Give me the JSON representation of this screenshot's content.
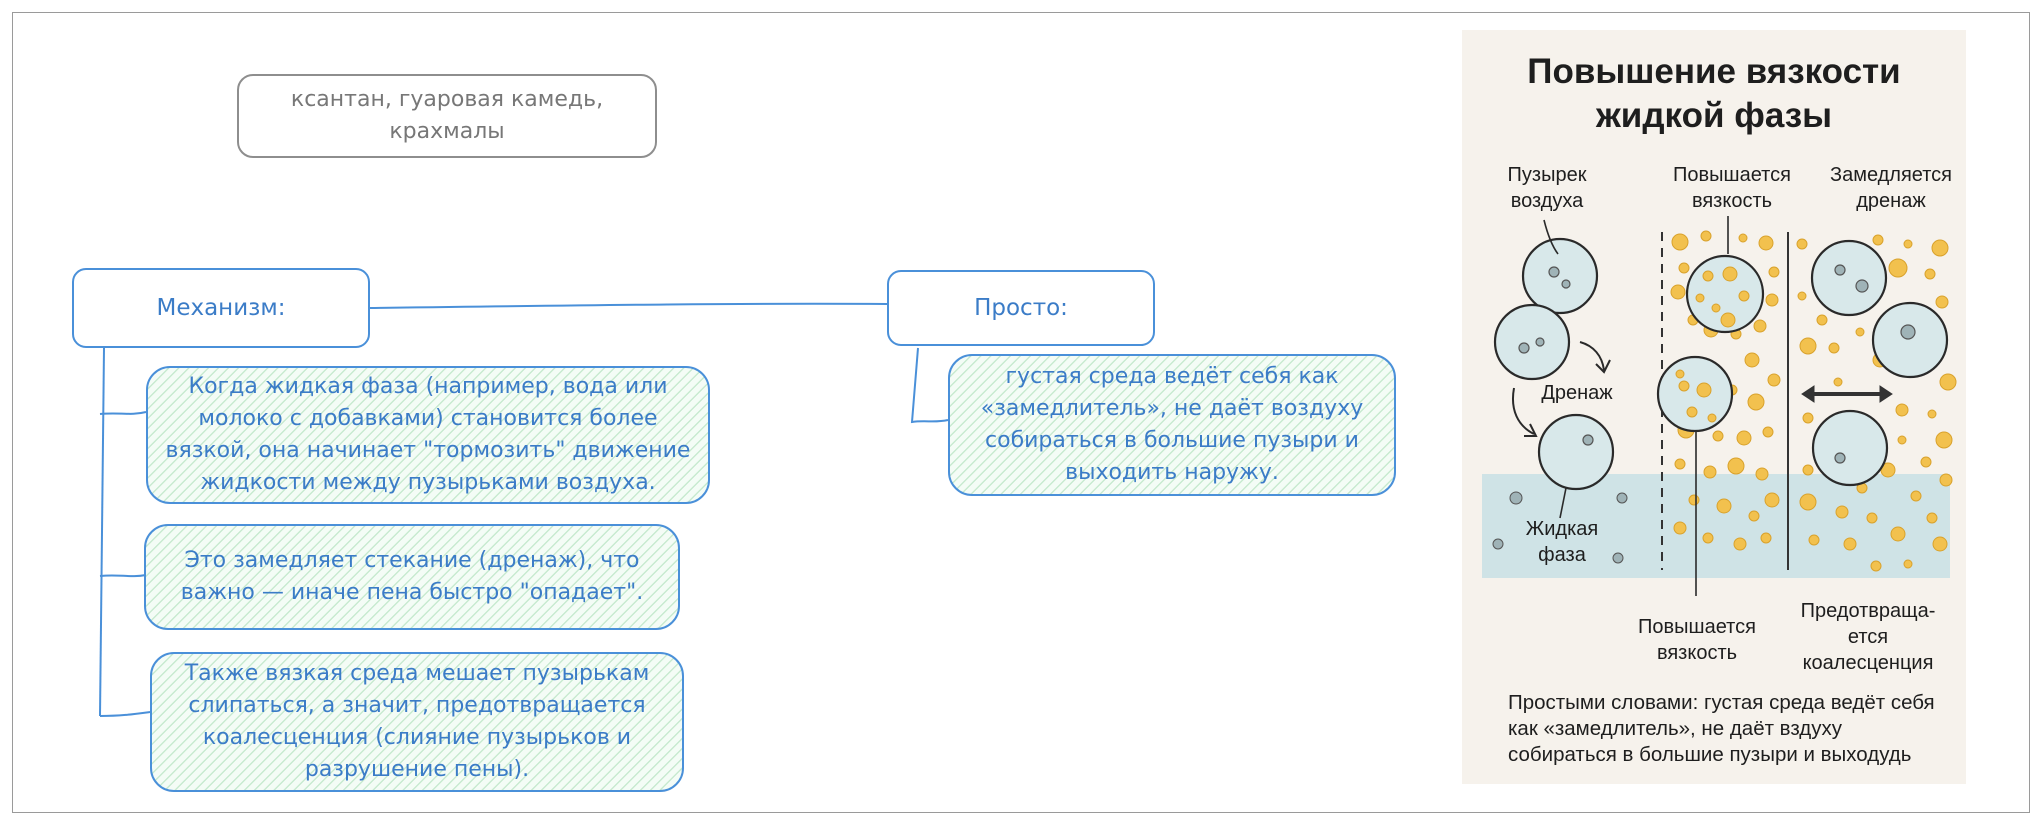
{
  "note": {
    "text": "ксантан, гуаровая камедь, крахмалы"
  },
  "mechanism": {
    "label": "Механизм:",
    "points": [
      "Когда жидкая фаза (например, вода или молоко с добавками) становится более вязкой, она начинает \"тормозить\" движение жидкости между пузырьками воздуха.",
      "Это замедляет стекание (дренаж), что важно — иначе пена быстро \"опадает\".",
      "Также вязкая среда мешает пузырькам слипаться, а значит, предотвращается коалесценция (слияние пузырьков и разрушение пены)."
    ]
  },
  "simple": {
    "label": "Просто:",
    "points": [
      "густая среда ведёт себя как «замедлитель», не даёт воздуху собираться в большие пузыри и выходить наружу."
    ]
  },
  "infographic": {
    "title": "Повышение вязкости жидкой фазы",
    "labels": {
      "bubble": "Пузырек воздуха",
      "viscosity_top": "Повышается вязкость",
      "drainage_slows": "Замедляется дренаж",
      "drainage": "Дренаж",
      "liquid_phase": "Жидкая фаза",
      "viscosity_bottom": "Повышается вязкость",
      "coalescence": "Предотвраща-ется коалесценция"
    },
    "summary": "Простыми словами: густая среда ведёт себя как «замедлитель», не даёт вздуху собираться в большие пузыри и выходудь",
    "colors": {
      "background": "#f6f2ec",
      "bubble": "#d8e8ea",
      "particle": "#f2c14e",
      "liquid": "#cfe3e6"
    }
  }
}
